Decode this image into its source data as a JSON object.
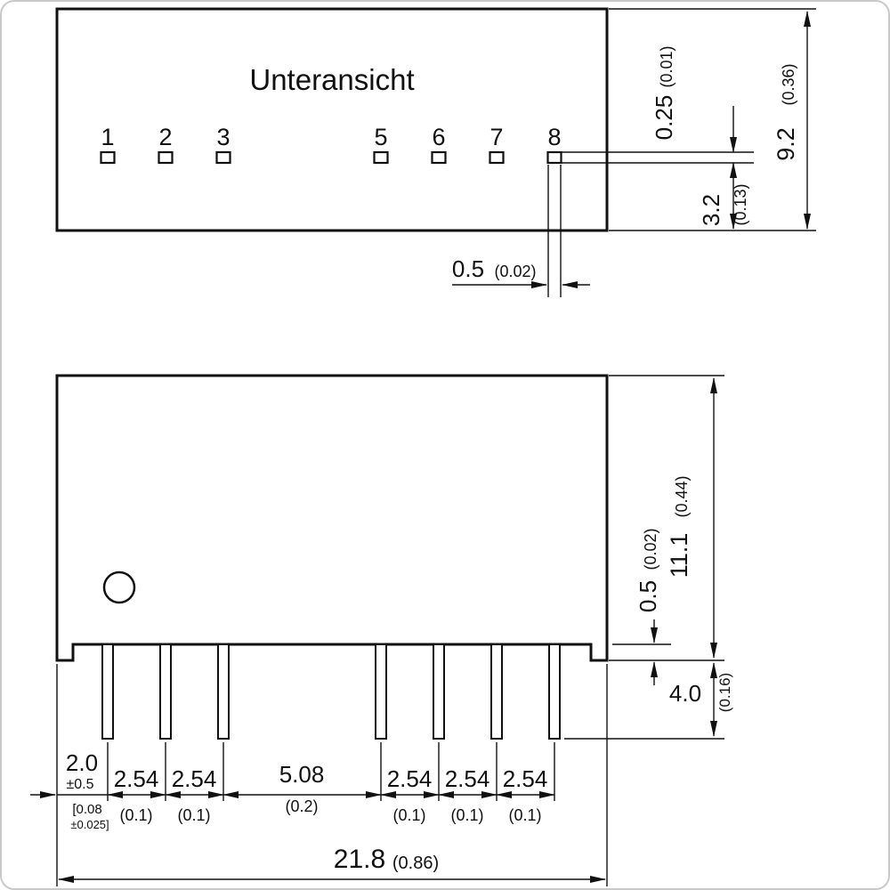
{
  "colors": {
    "ink": "#111111",
    "frame": "#c9c9c9",
    "background": "#ffffff"
  },
  "top_view": {
    "title": "Unteransicht",
    "pin_labels": [
      "1",
      "2",
      "3",
      "5",
      "6",
      "7",
      "8"
    ],
    "dims": {
      "pad_thickness_mm": "0.25",
      "pad_thickness_in": "(0.01)",
      "pad_to_edge_mm": "3.2",
      "pad_to_edge_in": "(0.13)",
      "depth_mm": "9.2",
      "depth_in": "(0.36)",
      "pad_width_mm": "0.5",
      "pad_width_in": "(0.02)"
    }
  },
  "front_view": {
    "dims": {
      "height_mm": "11.1",
      "height_in": "(0.44)",
      "standoff_mm": "0.5",
      "standoff_in": "(0.02)",
      "pin_length_mm": "4.0",
      "pin_length_in": "(0.16)",
      "width_mm": "21.8",
      "width_in": "(0.86)",
      "lead_offset_mm": "2.0",
      "lead_offset_tol": "±0.5",
      "lead_offset_in": "[0.08",
      "lead_offset_in_tol": "±0.025]",
      "pitch_mm": [
        "2.54",
        "2.54",
        "5.08",
        "2.54",
        "2.54",
        "2.54"
      ],
      "pitch_in": [
        "(0.1)",
        "(0.1)",
        "(0.2)",
        "(0.1)",
        "(0.1)",
        "(0.1)"
      ]
    }
  }
}
